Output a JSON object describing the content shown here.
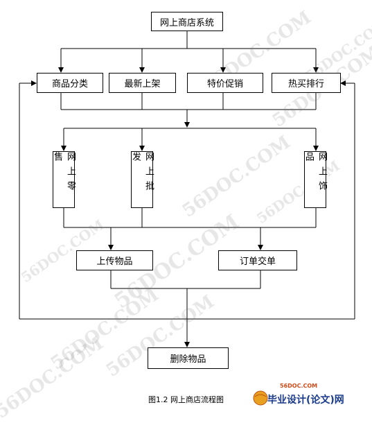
{
  "diagram": {
    "top": "网上商店系统",
    "categories": [
      "商品分类",
      "最新上架",
      "特价促销",
      "热买排行"
    ],
    "sections": [
      "网上零售",
      "网上批发",
      "网上饰品"
    ],
    "actions": [
      "上传物品",
      "订单交单"
    ],
    "bottom": "删除物品"
  },
  "caption": "图1.2  网上商店流程图",
  "watermark": "56DOC.COM",
  "logo": {
    "url": "56DOC.COM",
    "title": "毕业设计(论文)网"
  },
  "colors": {
    "line": "#000000",
    "watermark": "#b0b0b0",
    "logo_text": "#1a3a8a",
    "logo_accent": "#d04a1a"
  }
}
